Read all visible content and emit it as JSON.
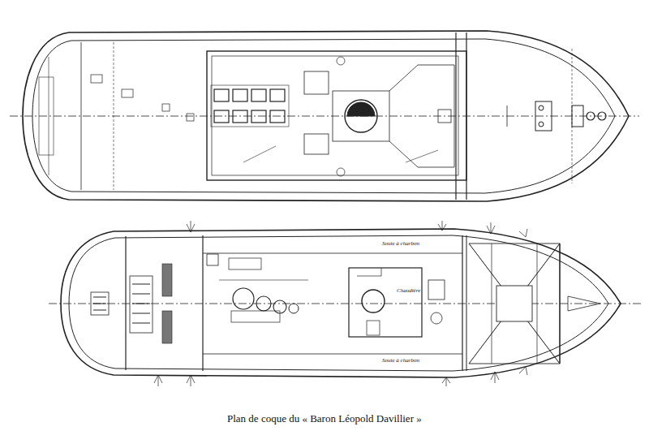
{
  "diagram": {
    "caption": "Plan de coque du « Baron Léopold Davillier »",
    "labels": [
      "Soute à charbon",
      "Chaudière",
      "Soute à charbon"
    ]
  }
}
